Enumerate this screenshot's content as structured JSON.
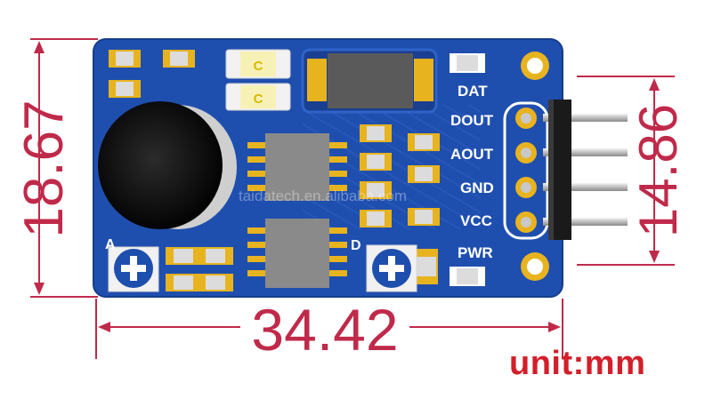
{
  "dimensions": {
    "height_left": "18.67",
    "height_right": "14.86",
    "width_bottom": "34.42",
    "unit_label": "unit:mm"
  },
  "board": {
    "pin_labels": [
      "DOUT",
      "AOUT",
      "GND",
      "VCC"
    ],
    "dat_label": "DAT",
    "pwr_label": "PWR",
    "led_mark": "C",
    "pot_left_label": "A",
    "pot_right_label": "D",
    "watermark": "taidatech.en.alibaba.com"
  },
  "colors": {
    "pcb": "#1f4fae",
    "dimension": "#c02a4a",
    "unit": "#d21f2a",
    "pad": "#e7b31f"
  }
}
